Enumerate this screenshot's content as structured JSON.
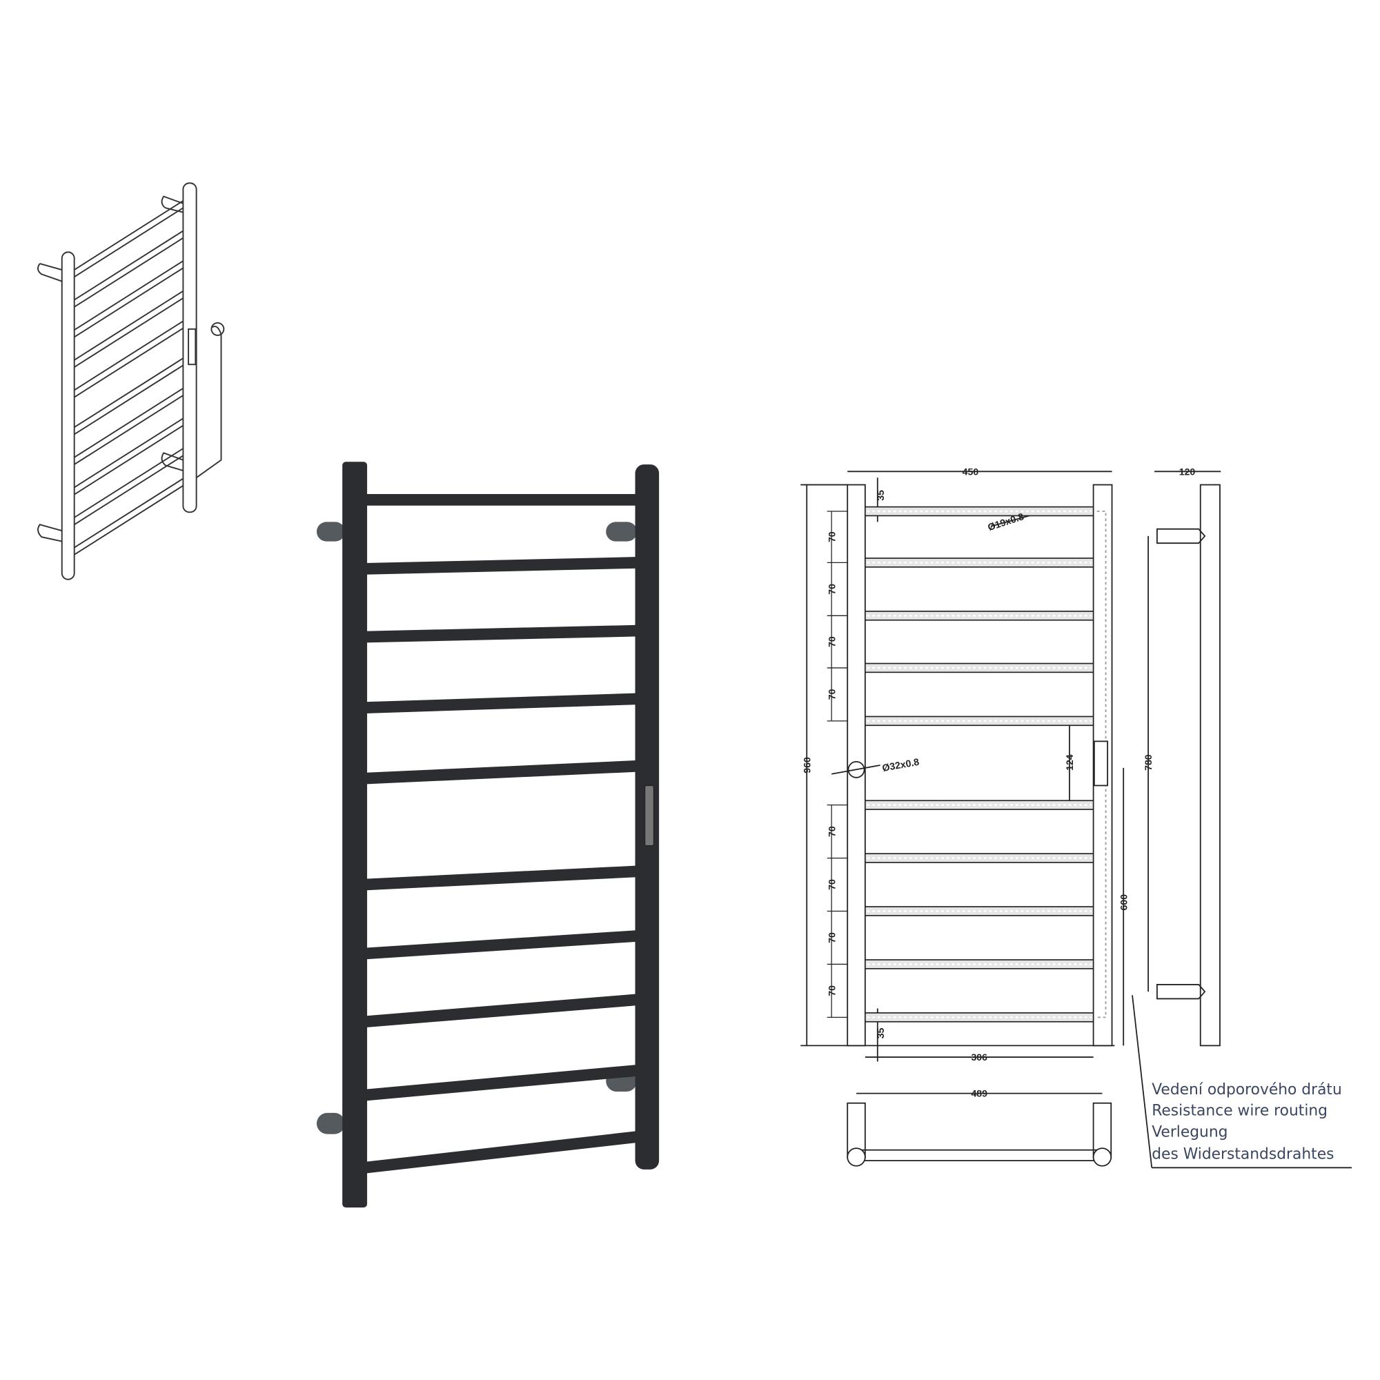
{
  "colors": {
    "rack": "#2b2d30",
    "line": "#222222",
    "note": "#3a4660",
    "hatch": "#bdbdbd"
  },
  "dimensions": {
    "overall_width": "450",
    "top_offset": "35",
    "bottom_offset": "35",
    "rung_spacing": "70",
    "overall_height": "960",
    "post_tube": "Ø32x0.8",
    "rung_tube": "Ø19x0.8",
    "gap": "124",
    "inner_width": "306",
    "bracket_spacing": "780",
    "wire_height": "600",
    "depth": "120",
    "bottom_width": "489"
  },
  "annotation": {
    "lines": [
      "Vedení odporového drátu",
      "Resistance wire routing",
      "Verlegung",
      "des Widerstandsdrahtes"
    ]
  }
}
